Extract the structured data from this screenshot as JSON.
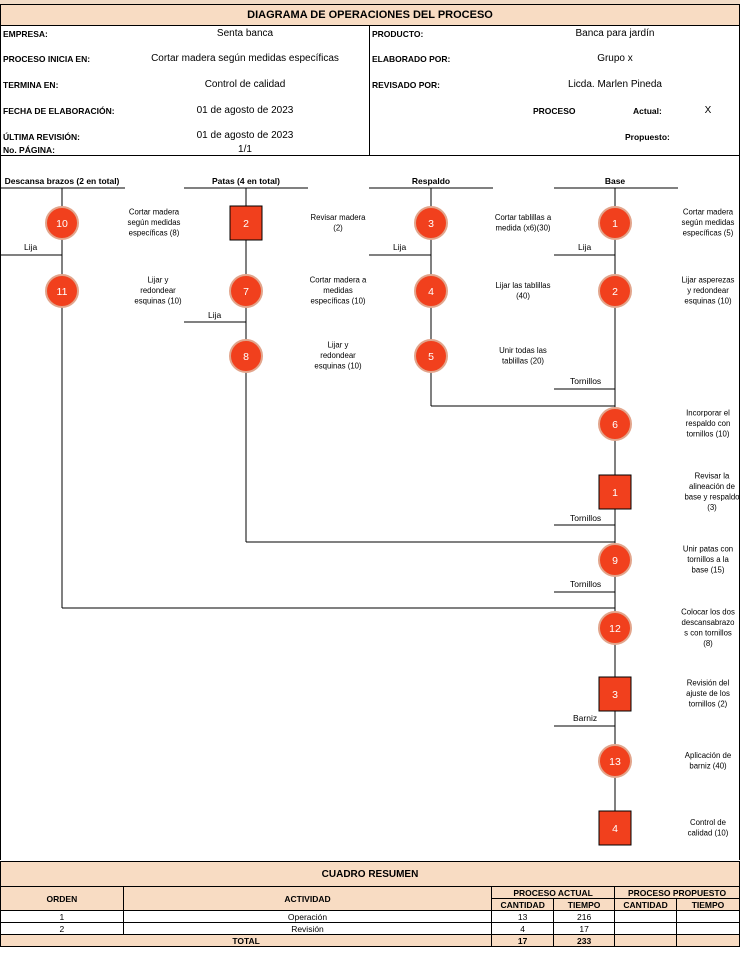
{
  "title": "DIAGRAMA DE OPERACIONES DEL PROCESO",
  "header": {
    "left": [
      {
        "label": "EMPRESA:",
        "value": "Senta banca"
      },
      {
        "label": "PROCESO INICIA EN:",
        "value": "Cortar madera según medidas específicas"
      },
      {
        "label": "TERMINA EN:",
        "value": "Control de calidad"
      },
      {
        "label": "FECHA DE ELABORACIÓN:",
        "value": "01 de agosto de 2023"
      },
      {
        "label": "ÚLTIMA REVISIÓN:",
        "value": "01 de agosto de 2023"
      },
      {
        "label": "No. PÁGINA:",
        "value": "1/1"
      }
    ],
    "right": [
      {
        "label": "PRODUCTO:",
        "value": "Banca para jardín"
      },
      {
        "label": "ELABORADO POR:",
        "value": "Grupo x"
      },
      {
        "label": "REVISADO POR:",
        "value": "Licda. Marlen Pineda"
      }
    ],
    "proceso_label": "PROCESO",
    "actual_label": "Actual:",
    "actual_value": "X",
    "propuesto_label": "Propuesto:"
  },
  "columns": [
    {
      "title": "Descansa brazos (2 en total)"
    },
    {
      "title": "Patas (4 en total)"
    },
    {
      "title": "Respaldo"
    },
    {
      "title": "Base"
    }
  ],
  "inputs": [
    "Lija",
    "Lija",
    "Lija",
    "Lija",
    "Tornillos",
    "Tornillos",
    "Tornillos",
    "Barniz"
  ],
  "nodes": [
    {
      "shape": "circle",
      "num": "10",
      "desc": [
        "Cortar madera",
        "según medidas",
        "específicas (8)"
      ]
    },
    {
      "shape": "circle",
      "num": "11",
      "desc": [
        "Lijar y",
        "redondear",
        "esquinas (10)"
      ]
    },
    {
      "shape": "square",
      "num": "2",
      "desc": [
        "Revisar madera",
        "(2)"
      ]
    },
    {
      "shape": "circle",
      "num": "7",
      "desc": [
        "Cortar madera a",
        "medidas",
        "específicas (10)"
      ]
    },
    {
      "shape": "circle",
      "num": "8",
      "desc": [
        "Lijar y",
        "redondear",
        "esquinas (10)"
      ]
    },
    {
      "shape": "circle",
      "num": "3",
      "desc": [
        "Cortar tablillas a",
        "medida (x6)(30)"
      ]
    },
    {
      "shape": "circle",
      "num": "4",
      "desc": [
        "Lijar las tablillas",
        "(40)"
      ]
    },
    {
      "shape": "circle",
      "num": "5",
      "desc": [
        "Unir todas las",
        "tablillas (20)"
      ]
    },
    {
      "shape": "circle",
      "num": "1",
      "desc": [
        "Cortar madera",
        "según medidas",
        "específicas (5)"
      ]
    },
    {
      "shape": "circle",
      "num": "2",
      "desc": [
        "Lijar asperezas",
        "y redondear",
        "esquinas (10)"
      ]
    },
    {
      "shape": "circle",
      "num": "6",
      "desc": [
        "Incorporar el",
        "respaldo con",
        "tornillos (10)"
      ]
    },
    {
      "shape": "square",
      "num": "1",
      "desc": [
        "Revisar la",
        "alineación de",
        "base y respaldo",
        "(3)"
      ]
    },
    {
      "shape": "circle",
      "num": "9",
      "desc": [
        "Unir patas con",
        "tornillos a la",
        "base (15)"
      ]
    },
    {
      "shape": "circle",
      "num": "12",
      "desc": [
        "Colocar los dos",
        "descansabrazo",
        "s con tornillos",
        "(8)"
      ]
    },
    {
      "shape": "square",
      "num": "3",
      "desc": [
        "Revisión del",
        "ajuste de los",
        "tornillos (2)"
      ]
    },
    {
      "shape": "circle",
      "num": "13",
      "desc": [
        "Aplicación de",
        "barniz (40)"
      ]
    },
    {
      "shape": "square",
      "num": "4",
      "desc": [
        "Control de",
        "calidad (10)"
      ]
    }
  ],
  "summary": {
    "title": "CUADRO RESUMEN",
    "col_orden": "ORDEN",
    "col_actividad": "ACTIVIDAD",
    "col_actual": "PROCESO ACTUAL",
    "col_propuesto": "PROCESO PROPUESTO",
    "col_cantidad": "CANTIDAD",
    "col_tiempo": "TIEMPO",
    "rows": [
      {
        "orden": "1",
        "actividad": "Operación",
        "cantidad": "13",
        "tiempo": "216"
      },
      {
        "orden": "2",
        "actividad": "Revisión",
        "cantidad": "4",
        "tiempo": "17"
      }
    ],
    "total_label": "TOTAL",
    "total_cantidad": "17",
    "total_tiempo": "233"
  },
  "colors": {
    "node_fill": "#f1401d",
    "node_stroke": "#e2a58c",
    "header_fill": "#f8dcc3"
  }
}
